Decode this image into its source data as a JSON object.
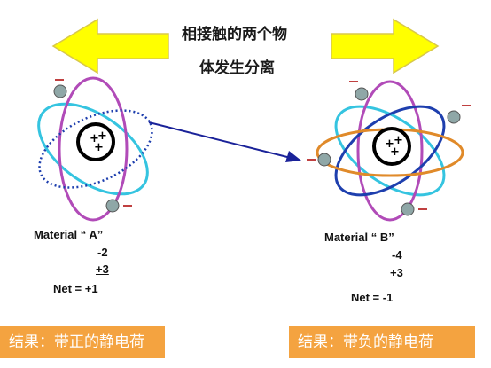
{
  "title": {
    "line1": "相接触的两个物",
    "line2": "体发生分离"
  },
  "material_a": {
    "label": "Material “ A”",
    "value1": "-2",
    "value2": "+3",
    "net": "Net = +1"
  },
  "material_b": {
    "label": "Material “ B”",
    "value1": "-4",
    "value2": "+3",
    "net": "Net = -1"
  },
  "result_a": "结果：带正的静电荷",
  "result_b": "结果：带负的静电荷",
  "colors": {
    "arrow_fill": "#ffff00",
    "arrow_stroke": "#d8c84a",
    "orbit_cyan": "#35c4e0",
    "orbit_purple": "#b14bb8",
    "orbit_blue": "#1e3fae",
    "orbit_orange": "#e08a2a",
    "transfer_arrow": "#1a2299",
    "banner": "#f4a340"
  }
}
